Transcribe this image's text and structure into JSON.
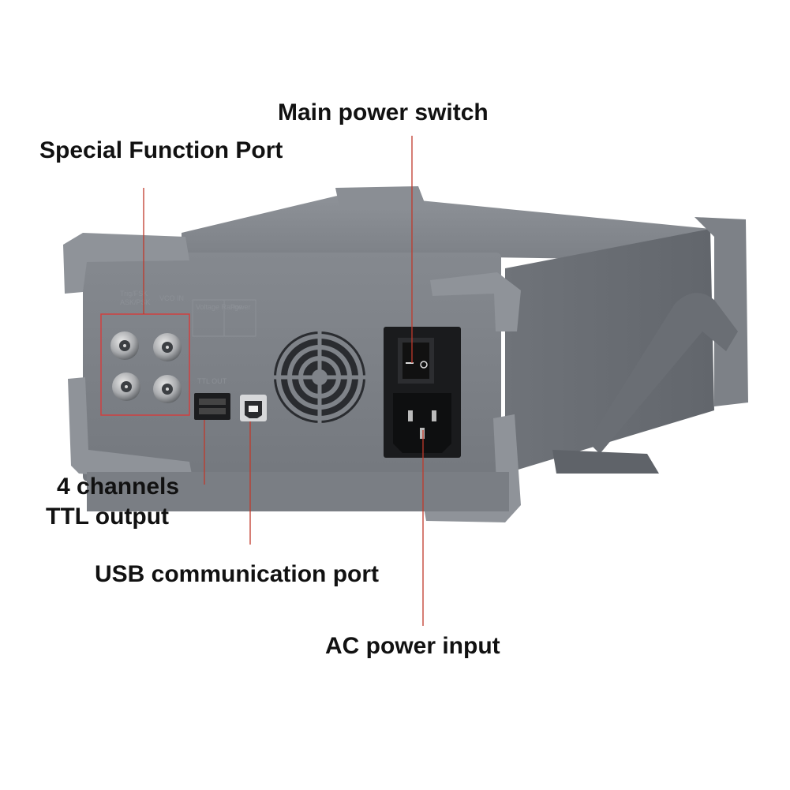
{
  "callouts": {
    "special_function_port": "Special Function Port",
    "main_power_switch": "Main power switch",
    "ttl_line1": "4 channels",
    "ttl_line2": "TTL output",
    "usb_port": "USB communication port",
    "ac_power_input": "AC power input"
  },
  "panel_labels": {
    "trig_fsk": "Trig/FSK",
    "ask_psk": "ASK/PSK",
    "vco_in": "VCO IN",
    "voltage_range": "Voltage Range",
    "power": "Power",
    "ttl_out": "TTL OUT"
  },
  "colors": {
    "body_gray": "#7b7f85",
    "callout_line": "#c0392b",
    "highlight_box": "#d04040",
    "text": "#111111"
  }
}
